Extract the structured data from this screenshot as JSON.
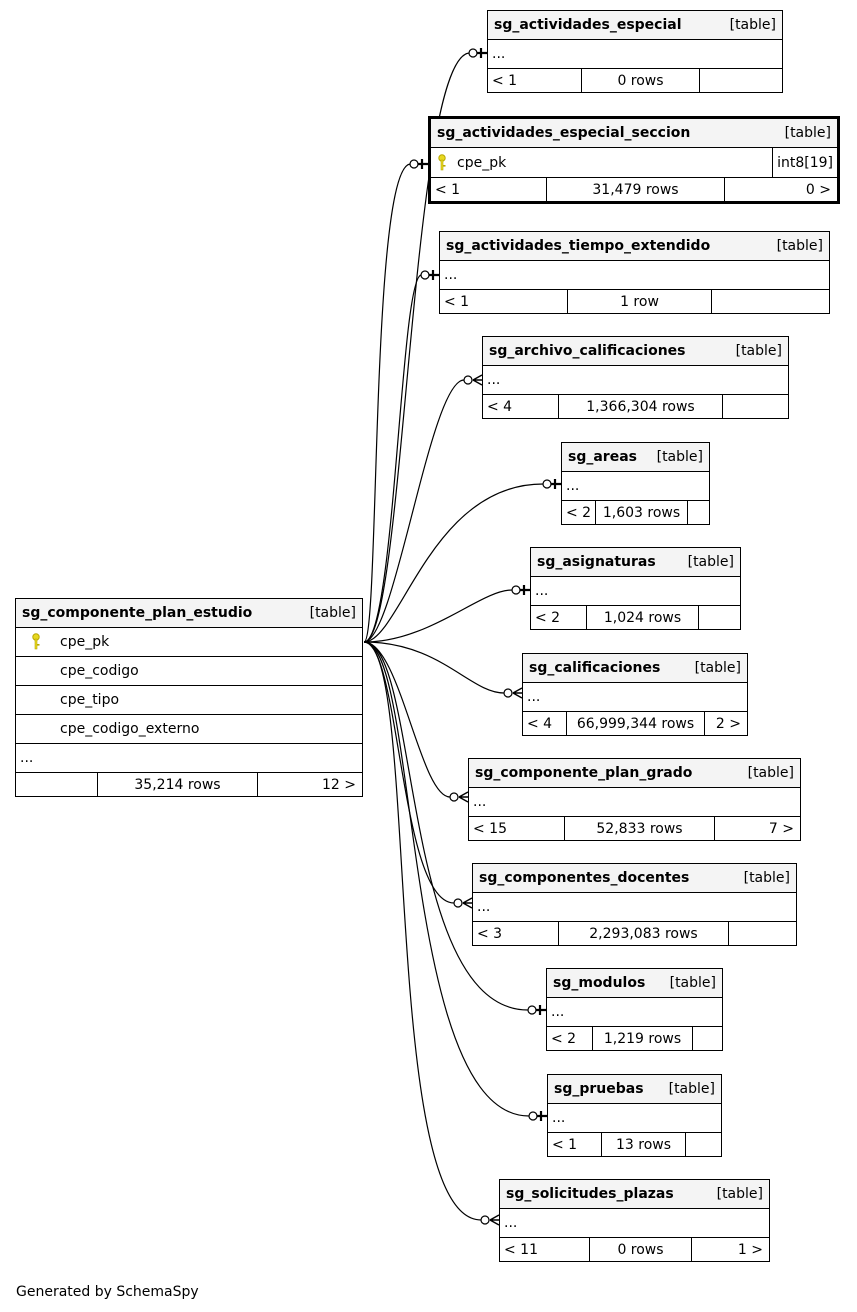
{
  "generated_by": "Generated by SchemaSpy",
  "main_table": {
    "name": "sg_componente_plan_estudio",
    "kind": "[table]",
    "columns": [
      "cpe_pk",
      "cpe_codigo",
      "cpe_tipo",
      "cpe_codigo_externo"
    ],
    "ellipsis": "...",
    "parents": "",
    "rows": "35,214 rows",
    "children": "12 >"
  },
  "related_tables": [
    {
      "name": "sg_actividades_especial",
      "kind": "[table]",
      "ellipsis": "...",
      "parents": "< 1",
      "rows": "0 rows",
      "children": "",
      "card": "one"
    },
    {
      "name": "sg_actividades_especial_seccion",
      "kind": "[table]",
      "column": "cpe_pk",
      "column_type": "int8[19]",
      "parents": "< 1",
      "rows": "31,479 rows",
      "children": "0 >",
      "card": "one"
    },
    {
      "name": "sg_actividades_tiempo_extendido",
      "kind": "[table]",
      "ellipsis": "...",
      "parents": "< 1",
      "rows": "1 row",
      "children": "",
      "card": "one"
    },
    {
      "name": "sg_archivo_calificaciones",
      "kind": "[table]",
      "ellipsis": "...",
      "parents": "< 4",
      "rows": "1,366,304 rows",
      "children": "",
      "card": "many"
    },
    {
      "name": "sg_areas",
      "kind": "[table]",
      "ellipsis": "...",
      "parents": "< 2",
      "rows": "1,603 rows",
      "children": "",
      "card": "one"
    },
    {
      "name": "sg_asignaturas",
      "kind": "[table]",
      "ellipsis": "...",
      "parents": "< 2",
      "rows": "1,024 rows",
      "children": "",
      "card": "one"
    },
    {
      "name": "sg_calificaciones",
      "kind": "[table]",
      "ellipsis": "...",
      "parents": "< 4",
      "rows": "66,999,344 rows",
      "children": "2 >",
      "card": "many"
    },
    {
      "name": "sg_componente_plan_grado",
      "kind": "[table]",
      "ellipsis": "...",
      "parents": "< 15",
      "rows": "52,833 rows",
      "children": "7 >",
      "card": "many"
    },
    {
      "name": "sg_componentes_docentes",
      "kind": "[table]",
      "ellipsis": "...",
      "parents": "< 3",
      "rows": "2,293,083 rows",
      "children": "",
      "card": "many"
    },
    {
      "name": "sg_modulos",
      "kind": "[table]",
      "ellipsis": "...",
      "parents": "< 2",
      "rows": "1,219 rows",
      "children": "",
      "card": "one"
    },
    {
      "name": "sg_pruebas",
      "kind": "[table]",
      "ellipsis": "...",
      "parents": "< 1",
      "rows": "13 rows",
      "children": "",
      "card": "one"
    },
    {
      "name": "sg_solicitudes_plazas",
      "kind": "[table]",
      "ellipsis": "...",
      "parents": "< 11",
      "rows": "0 rows",
      "children": "1 >",
      "card": "many"
    }
  ]
}
